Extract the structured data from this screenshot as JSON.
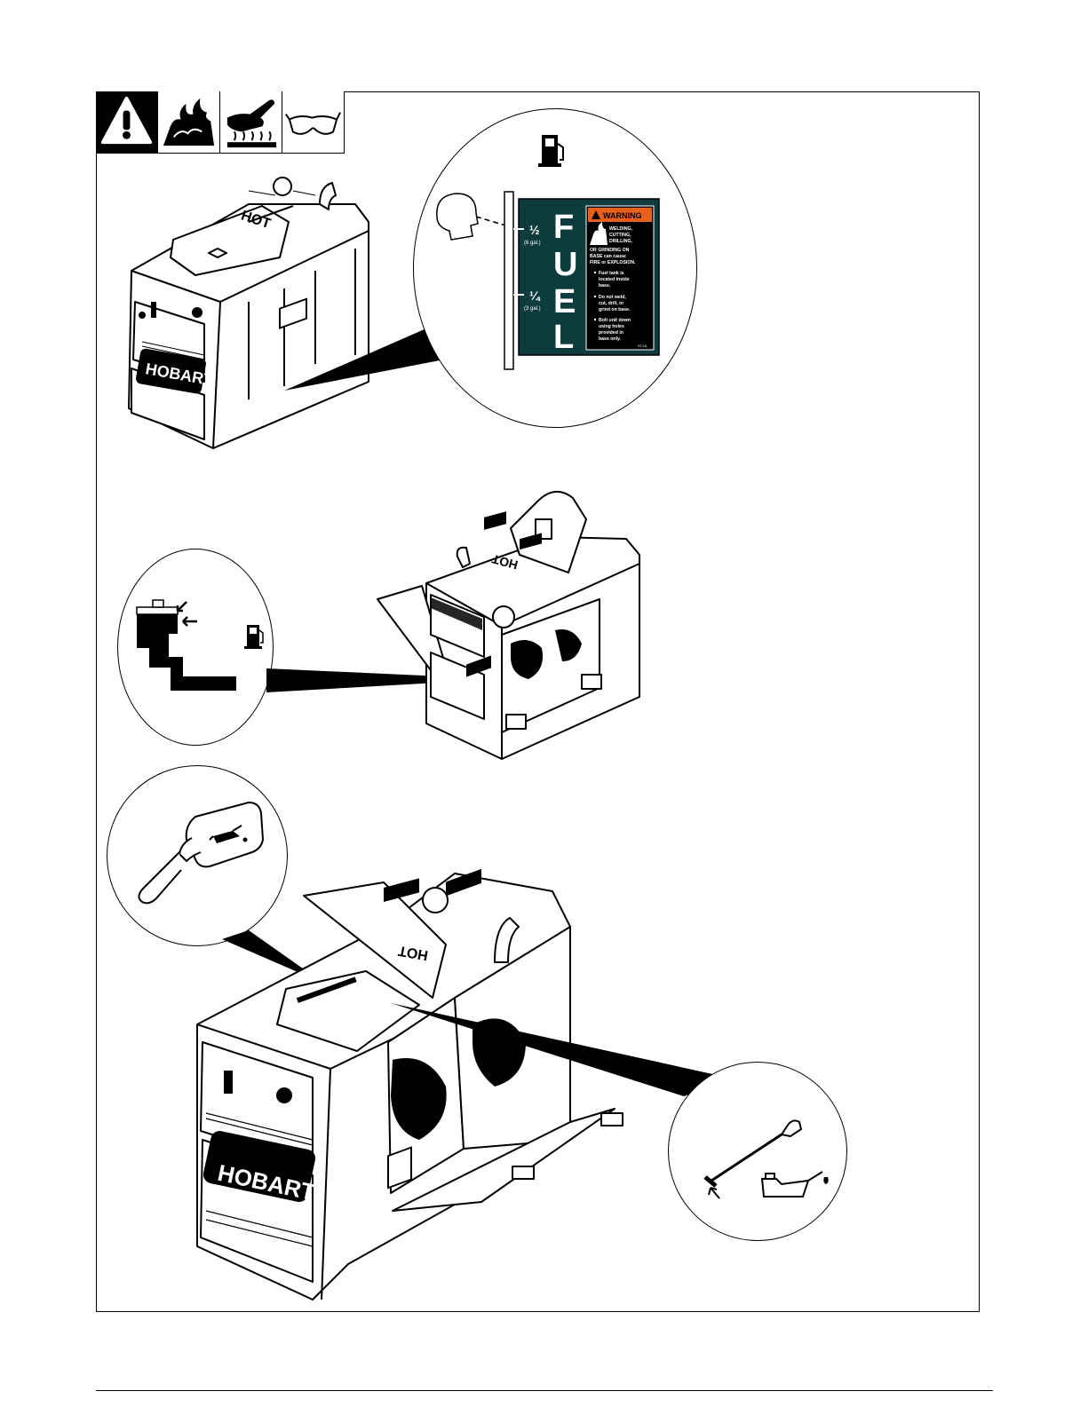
{
  "hazard_icons": [
    "warning-triangle-icon",
    "fire-icon",
    "hot-surface-burn-icon",
    "safety-glasses-icon"
  ],
  "fuel_label": {
    "half_mark": "½",
    "half_volume": "(6 gal.)",
    "quarter_mark": "¼",
    "quarter_volume": "(3 gal.)",
    "fuel_letters": [
      "F",
      "U",
      "E",
      "L"
    ]
  },
  "warning_label": {
    "header": "WARNING",
    "line1": "WELDING,",
    "line2": "CUTTING,",
    "line3": "DRILLING,",
    "line4": "OR GRINDING ON",
    "line5": "BASE can cause",
    "line6": "FIRE or EXPLOSION.",
    "bullet1": [
      "Fuel tank is",
      "located inside",
      "base."
    ],
    "bullet2": [
      "Do not weld,",
      "cut, drill, or",
      "grind on base."
    ],
    "bullet3": [
      "Bolt unit down",
      "using holes",
      "provided in",
      "base only."
    ],
    "code": "ST-111"
  },
  "machine_text": {
    "brand": "HOBART",
    "hot_label": "HOT"
  },
  "colors": {
    "label_teal": "#0d3b3e",
    "warning_orange": "#e8601c",
    "ink": "#000000",
    "paper": "#ffffff"
  }
}
